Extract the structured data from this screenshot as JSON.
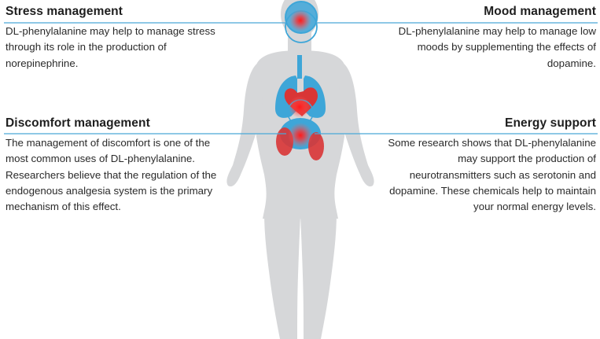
{
  "sections": {
    "stress": {
      "title": "Stress management",
      "text": "DL-phenylalanine may help to manage stress through its role in the production of norepinephrine."
    },
    "mood": {
      "title": "Mood management",
      "text": "DL-phenylalanine may help to manage low moods by supplementing the effects of dopamine."
    },
    "discomfort": {
      "title": "Discomfort management",
      "text": "The management of discomfort is one of the most common uses of DL-phenylalanine. Researchers believe that the regulation of the endogenous analgesia system is the primary mechanism of this effect."
    },
    "energy": {
      "title": "Energy support",
      "text": "Some research shows that DL-phenylalanine may support the production of neurotransmitters such as serotonin and dopamine. These chemicals help to maintain your normal energy levels."
    }
  },
  "colors": {
    "silhouette": "#d6d7d9",
    "organ_blue": "#3ea6d8",
    "organ_red": "#d93535",
    "glow_red": "#ff2020",
    "connector_line": "#4aa8d8"
  }
}
